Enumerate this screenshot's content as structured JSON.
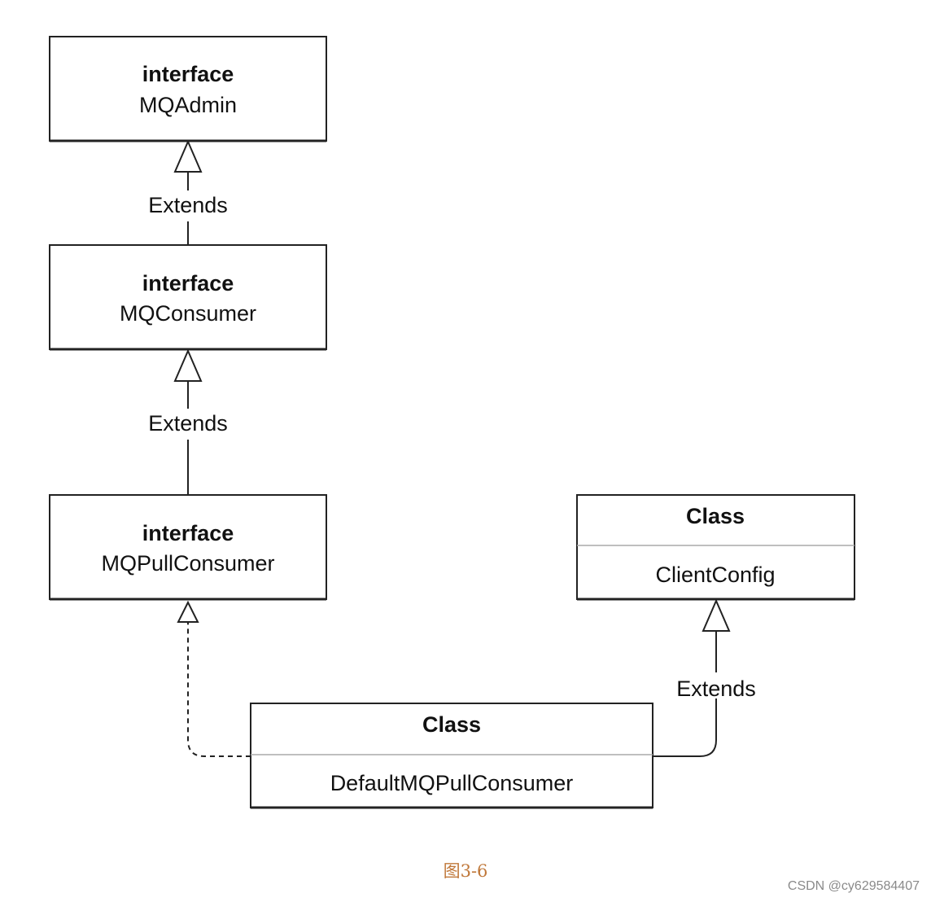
{
  "nodes": {
    "mqadmin": {
      "stereotype": "interface",
      "name": "MQAdmin"
    },
    "mqconsumer": {
      "stereotype": "interface",
      "name": "MQConsumer"
    },
    "mqpullconsumer": {
      "stereotype": "interface",
      "name": "MQPullConsumer"
    },
    "clientconfig": {
      "stereotype": "Class",
      "name": "ClientConfig"
    },
    "defaultmqpullconsumer": {
      "stereotype": "Class",
      "name": "DefaultMQPullConsumer"
    }
  },
  "edges": {
    "consumer_to_admin": {
      "label": "Extends"
    },
    "pull_to_consumer": {
      "label": "Extends"
    },
    "default_to_clientconfig": {
      "label": "Extends"
    }
  },
  "caption": "图3-6",
  "watermark": "CSDN @cy629584407"
}
